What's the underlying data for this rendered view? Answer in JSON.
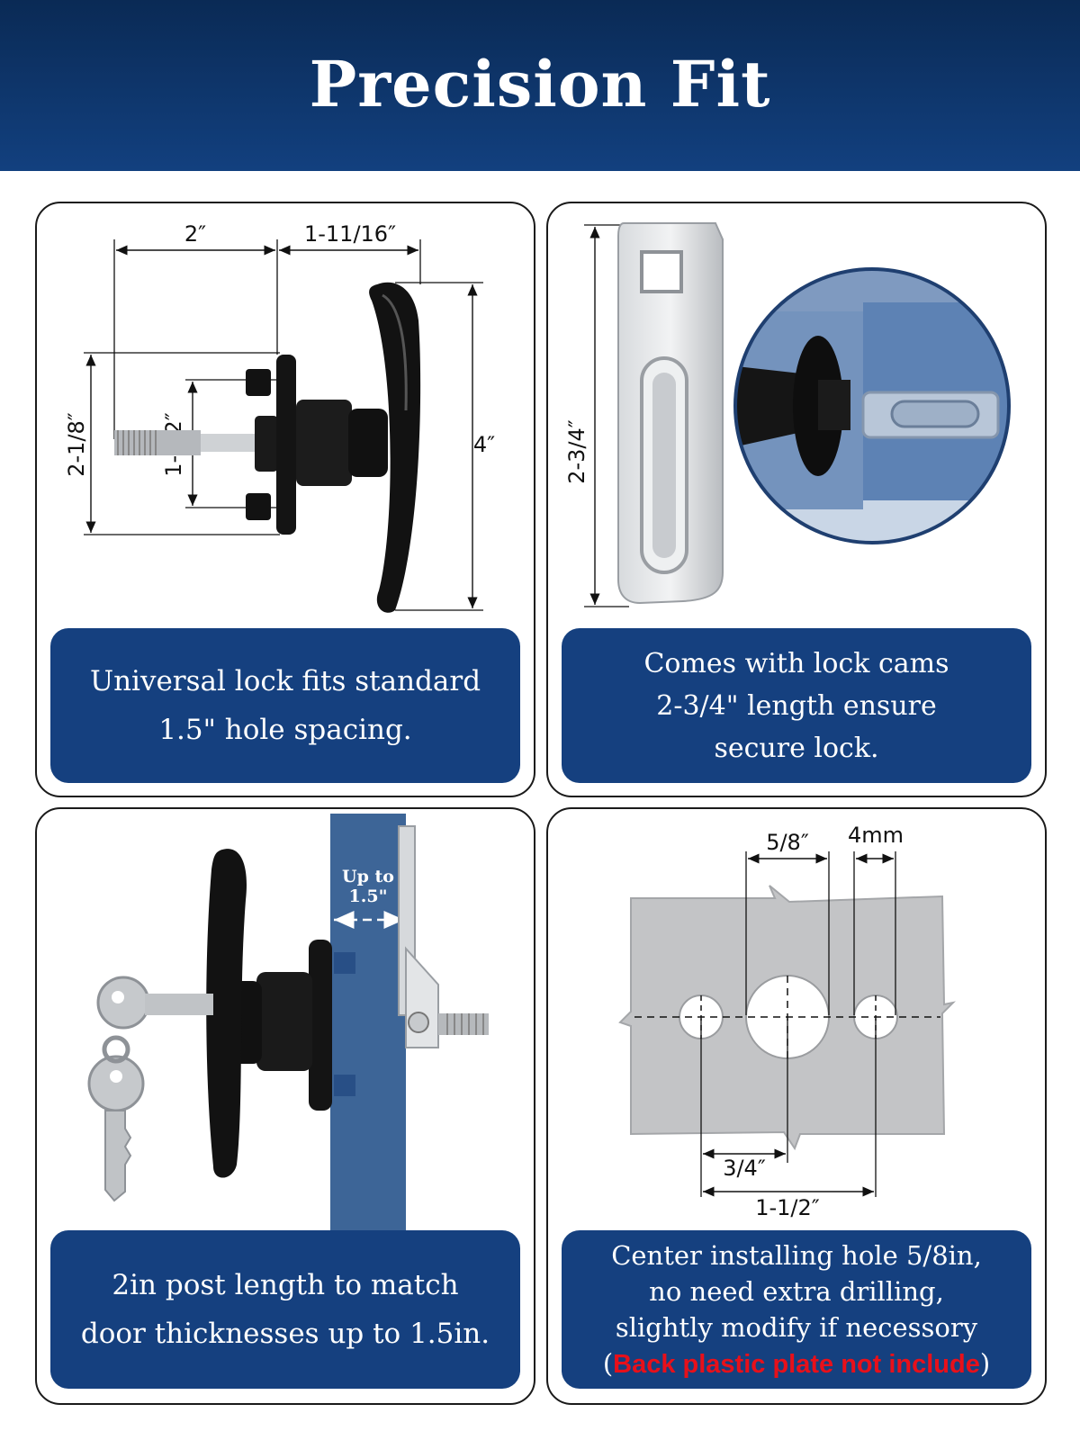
{
  "header": {
    "title": "Precision Fit",
    "color": "#0a2a55"
  },
  "panels": [
    {
      "dimensions": [
        "2″",
        "1-11/16″",
        "2-1/8″",
        "1-1/2″",
        "4″"
      ],
      "caption_lines": [
        "Universal lock fits standard",
        "1.5\" hole spacing."
      ]
    },
    {
      "dimensions": [
        "2-3/4″"
      ],
      "caption_lines": [
        "Comes with lock cams",
        "2-3/4\" length ensure",
        "secure lock."
      ]
    },
    {
      "labels": [
        "Up to",
        "1.5\""
      ],
      "caption_lines": [
        "2in post length to match",
        "door thicknesses up to 1.5in."
      ]
    },
    {
      "dimensions": [
        "5/8″",
        "4mm",
        "3/4″",
        "1-1/2″"
      ],
      "caption_lines": [
        "Center installing hole 5/8in,",
        "no need extra drilling,",
        "slightly modify if necessory"
      ],
      "warning": {
        "open": "(",
        "text": "Back plastic plate not include",
        "close": ")",
        "color": "#e8101a"
      }
    }
  ],
  "colors": {
    "caption_bg": "#15407f",
    "door_blue": "#3d6597"
  }
}
